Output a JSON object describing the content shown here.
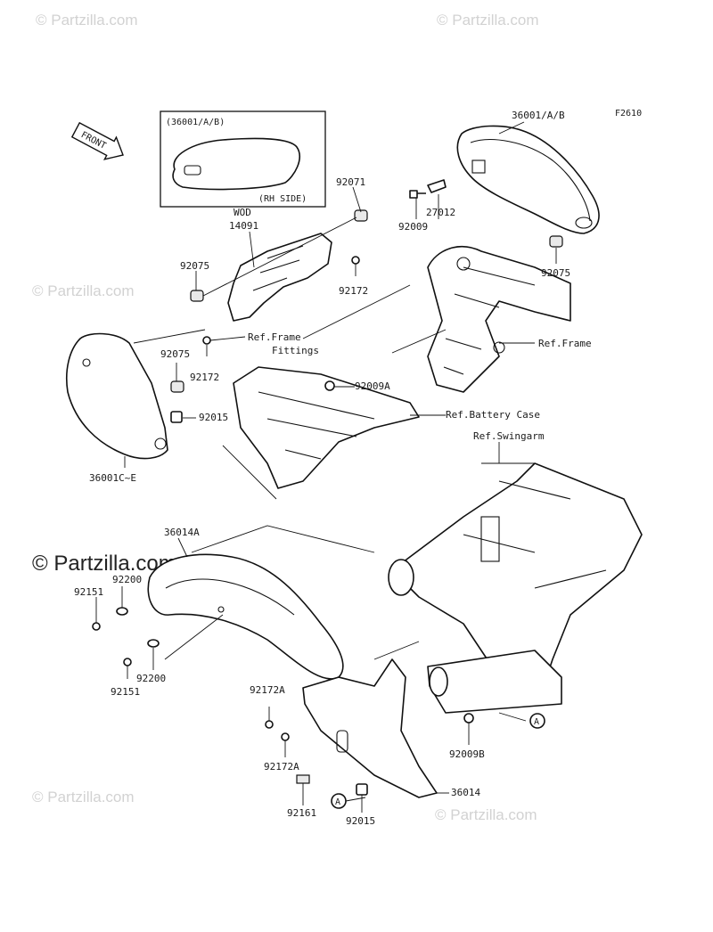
{
  "figure_code": "F2610",
  "front_label": "FRONT",
  "inset": {
    "title": "(36001/A/B)",
    "side": "(RH SIDE)"
  },
  "watermarks": {
    "small": "© Partzilla.com",
    "big": "© Partzilla.com"
  },
  "labels": {
    "p36001AB": "36001/A/B",
    "p92071": "92071",
    "p92009": "92009",
    "p27012": "27012",
    "p92075_r": "92075",
    "wod": "WOD",
    "p14091": "14091",
    "p92075_l": "92075",
    "p92172_a": "92172",
    "ref_frame_fittings_1": "Ref.Frame",
    "ref_frame_fittings_2": "Fittings",
    "p92172_b": "92172",
    "ref_frame": "Ref.Frame",
    "p92075_c": "92075",
    "p92009A": "92009A",
    "p92015_a": "92015",
    "ref_battery": "Ref.Battery Case",
    "p36001CE": "36001C~E",
    "ref_swingarm": "Ref.Swingarm",
    "p36014A": "36014A",
    "p92200_a": "92200",
    "p92151_a": "92151",
    "p92200_b": "92200",
    "p92151_b": "92151",
    "p92172A_a": "92172A",
    "p92172A_b": "92172A",
    "p92009B": "92009B",
    "p92161": "92161",
    "p92015_b": "92015",
    "p36014": "36014",
    "circle_a1": "A",
    "circle_a2": "A"
  }
}
